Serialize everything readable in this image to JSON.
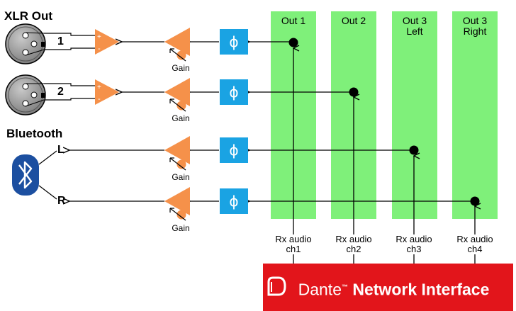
{
  "sections": {
    "xlr_title": "XLR Out",
    "bluetooth_title": "Bluetooth"
  },
  "channels": {
    "xlr1": "1",
    "xlr2": "2",
    "bt_left": "L",
    "bt_right": "R"
  },
  "gain_labels": [
    "Gain",
    "Gain",
    "Gain",
    "Gain"
  ],
  "phase_symbol": "ϕ",
  "buses": [
    {
      "line1": "Out 1",
      "line2": ""
    },
    {
      "line1": "Out 2",
      "line2": ""
    },
    {
      "line1": "Out 3",
      "line2": "Left"
    },
    {
      "line1": "Out 3",
      "line2": "Right"
    }
  ],
  "rx_labels": [
    {
      "line1": "Rx audio",
      "line2": "ch1"
    },
    {
      "line1": "Rx audio",
      "line2": "ch2"
    },
    {
      "line1": "Rx audio",
      "line2": "ch3"
    },
    {
      "line1": "Rx audio",
      "line2": "ch4"
    }
  ],
  "dante": {
    "brand": "Dante",
    "tm": "™",
    "suffix": " Network Interface"
  },
  "colors": {
    "bus_green": "#7ff07a",
    "amp_orange": "#f5914a",
    "phase_blue": "#1aa3e3",
    "dante_red": "#e2151b",
    "bluetooth_blue": "#1c4fa0"
  }
}
